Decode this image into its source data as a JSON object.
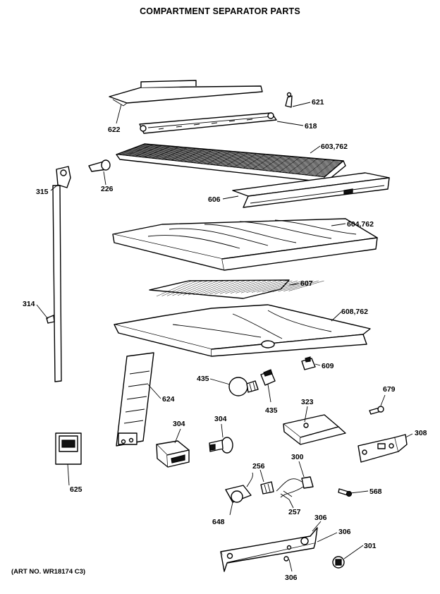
{
  "header": {
    "title": "COMPARTMENT SEPARATOR PARTS"
  },
  "footer": {
    "art_no": "(ART NO. WR18174 C3)"
  },
  "callouts": [
    {
      "key": "621",
      "text": "621"
    },
    {
      "key": "622",
      "text": "622"
    },
    {
      "key": "618",
      "text": "618"
    },
    {
      "key": "603",
      "text": "603,762"
    },
    {
      "key": "315",
      "text": "315"
    },
    {
      "key": "226",
      "text": "226"
    },
    {
      "key": "606",
      "text": "606"
    },
    {
      "key": "604",
      "text": "604,762"
    },
    {
      "key": "607",
      "text": "607"
    },
    {
      "key": "314",
      "text": "314"
    },
    {
      "key": "608",
      "text": "608,762"
    },
    {
      "key": "609",
      "text": "609"
    },
    {
      "key": "435a",
      "text": "435"
    },
    {
      "key": "435b",
      "text": "435"
    },
    {
      "key": "624",
      "text": "624"
    },
    {
      "key": "323",
      "text": "323"
    },
    {
      "key": "679",
      "text": "679"
    },
    {
      "key": "304a",
      "text": "304"
    },
    {
      "key": "304b",
      "text": "304"
    },
    {
      "key": "308",
      "text": "308"
    },
    {
      "key": "625",
      "text": "625"
    },
    {
      "key": "256",
      "text": "256"
    },
    {
      "key": "300",
      "text": "300"
    },
    {
      "key": "568",
      "text": "568"
    },
    {
      "key": "257",
      "text": "257"
    },
    {
      "key": "648",
      "text": "648"
    },
    {
      "key": "306a",
      "text": "306"
    },
    {
      "key": "306b",
      "text": "306"
    },
    {
      "key": "301",
      "text": "301"
    },
    {
      "key": "306c",
      "text": "306"
    }
  ]
}
